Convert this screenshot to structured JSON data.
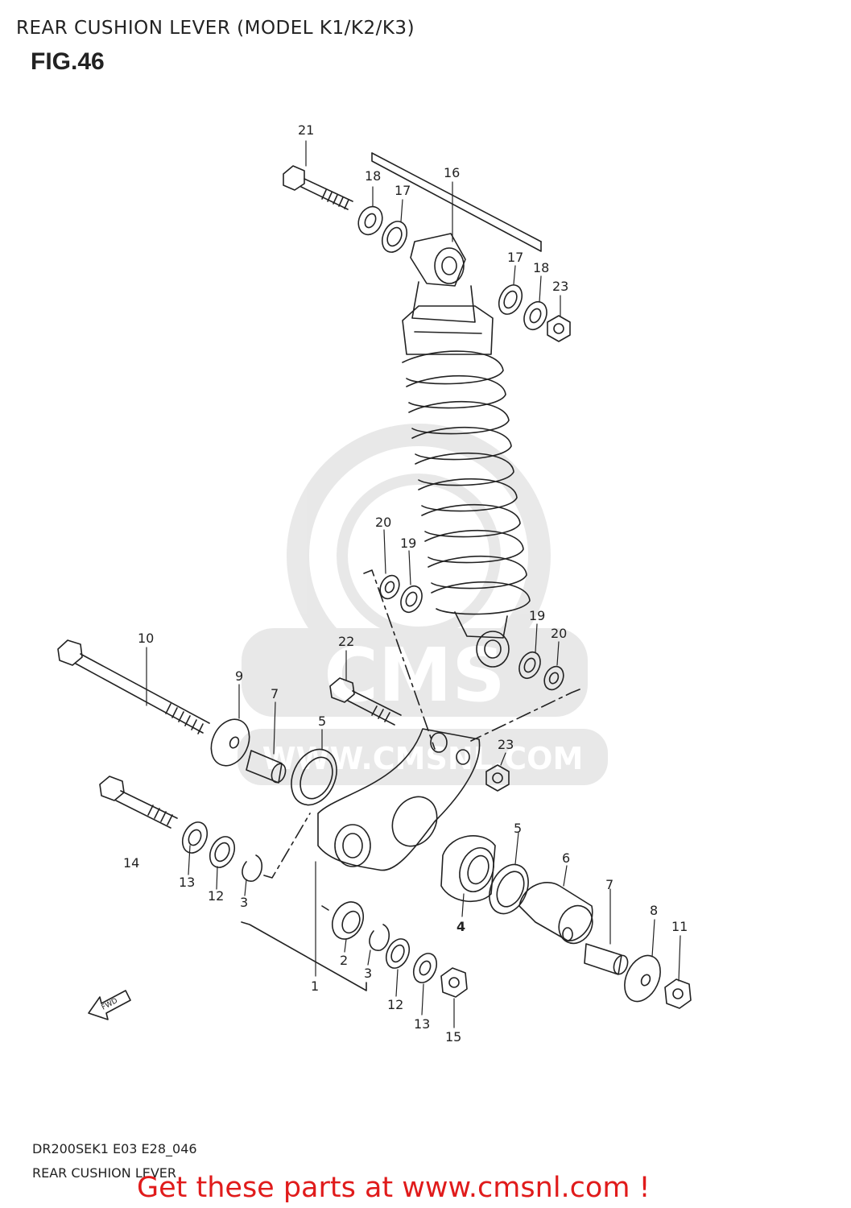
{
  "header": {
    "title": "REAR CUSHION LEVER (MODEL K1/K2/K3)",
    "figure": "FIG.46"
  },
  "diagram": {
    "fwd_label": "FWD",
    "callouts": [
      {
        "id": "c21a",
        "text": "21"
      },
      {
        "id": "c18a",
        "text": "18"
      },
      {
        "id": "c17a",
        "text": "17"
      },
      {
        "id": "c16",
        "text": "16"
      },
      {
        "id": "c17b",
        "text": "17"
      },
      {
        "id": "c18b",
        "text": "18"
      },
      {
        "id": "c23a",
        "text": "23"
      },
      {
        "id": "c20a",
        "text": "20"
      },
      {
        "id": "c19a",
        "text": "19"
      },
      {
        "id": "c19b",
        "text": "19"
      },
      {
        "id": "c20b",
        "text": "20"
      },
      {
        "id": "c10",
        "text": "10"
      },
      {
        "id": "c22",
        "text": "22"
      },
      {
        "id": "c9",
        "text": "9"
      },
      {
        "id": "c7a",
        "text": "7"
      },
      {
        "id": "c5a",
        "text": "5"
      },
      {
        "id": "c23b",
        "text": "23"
      },
      {
        "id": "c14",
        "text": "14"
      },
      {
        "id": "c13a",
        "text": "13"
      },
      {
        "id": "c12a",
        "text": "12"
      },
      {
        "id": "c3a",
        "text": "3"
      },
      {
        "id": "c5b",
        "text": "5"
      },
      {
        "id": "c6",
        "text": "6"
      },
      {
        "id": "c4",
        "text": "4"
      },
      {
        "id": "c7b",
        "text": "7"
      },
      {
        "id": "c8",
        "text": "8"
      },
      {
        "id": "c11",
        "text": "11"
      },
      {
        "id": "c2",
        "text": "2"
      },
      {
        "id": "c3b",
        "text": "3"
      },
      {
        "id": "c1",
        "text": "1"
      },
      {
        "id": "c12b",
        "text": "12"
      },
      {
        "id": "c13b",
        "text": "13"
      },
      {
        "id": "c15",
        "text": "15"
      }
    ]
  },
  "watermark": {
    "brand": "CMS",
    "url": "WWW.CMSNL.COM"
  },
  "footer": {
    "code": "DR200SEK1 E03 E28_046",
    "name": "REAR CUSHION LEVER",
    "promo": "Get these parts at www.cmsnl.com !"
  }
}
